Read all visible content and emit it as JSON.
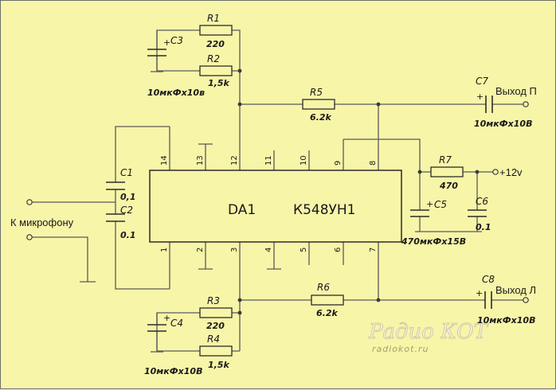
{
  "chip": {
    "ref": "DA1",
    "part": "К548УН1",
    "pins_top": [
      "14",
      "13",
      "12",
      "11",
      "10",
      "9",
      "8"
    ],
    "pins_bottom": [
      "1",
      "2",
      "3",
      "4",
      "5",
      "6",
      "7"
    ]
  },
  "resistors": {
    "r1": {
      "ref": "R1",
      "value": "220"
    },
    "r2": {
      "ref": "R2",
      "value": "1,5k"
    },
    "r3": {
      "ref": "R3",
      "value": "220"
    },
    "r4": {
      "ref": "R4",
      "value": "1,5k"
    },
    "r5": {
      "ref": "R5",
      "value": "6.2k"
    },
    "r6": {
      "ref": "R6",
      "value": "6.2k"
    },
    "r7": {
      "ref": "R7",
      "value": "470"
    }
  },
  "capacitors": {
    "c1": {
      "ref": "C1",
      "value": "0,1"
    },
    "c2": {
      "ref": "C2",
      "value": "0.1"
    },
    "c3": {
      "ref": "C3",
      "value": "10мкФх10в"
    },
    "c4": {
      "ref": "C4",
      "value": "10мкФх10В"
    },
    "c5": {
      "ref": "C5",
      "value": "470мкФх15В"
    },
    "c6": {
      "ref": "C6",
      "value": "0.1"
    },
    "c7": {
      "ref": "C7",
      "value": "10мкФх10В"
    },
    "c8": {
      "ref": "C8",
      "value": "10мкФх10В"
    }
  },
  "terminals": {
    "mic": "К микрофону",
    "out_right": "Выход П",
    "out_left": "Выход Л",
    "supply": "+12v"
  },
  "plus_sign": "+",
  "watermark": {
    "logo": "Радио КОТ",
    "site": "radiokot.ru"
  }
}
